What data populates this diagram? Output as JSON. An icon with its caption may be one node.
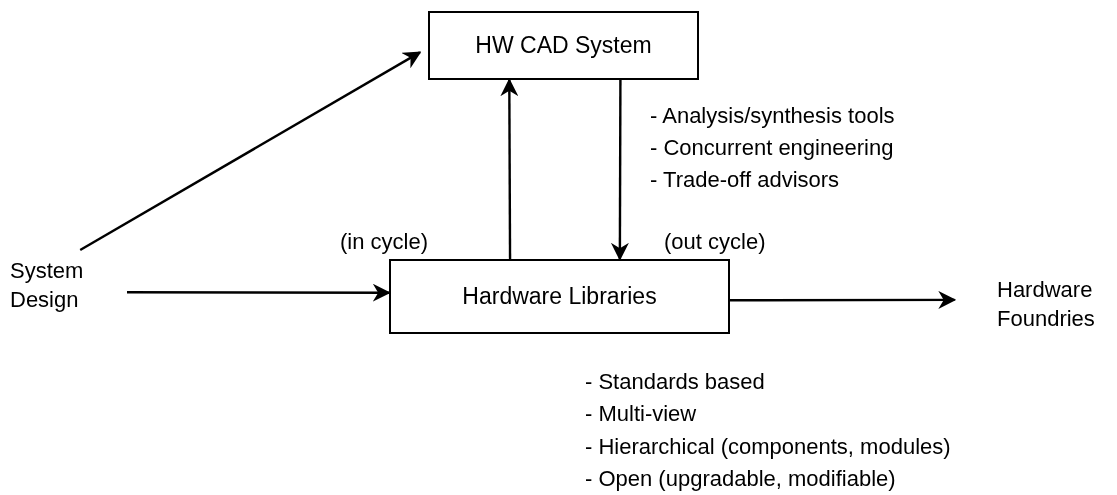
{
  "diagram": {
    "nodes": [
      {
        "text": [
          "HW CAD System"
        ]
      },
      {
        "text": [
          "System Design"
        ]
      },
      {
        "text": [
          "Hardware Libraries"
        ]
      },
      {
        "text": [
          "Hardware Foundries"
        ]
      }
    ],
    "edges": [
      {
        "from": 1,
        "to": 0,
        "arrow": "to"
      },
      {
        "from": 1,
        "to": 2,
        "arrow": "to"
      },
      {
        "from": 2,
        "to": 0,
        "arrow": "to"
      },
      {
        "from": 0,
        "to": 2,
        "arrow": "to"
      },
      {
        "from": 2,
        "to": 3,
        "arrow": "to"
      }
    ],
    "labels": [
      "- Analysis/synthesis tools",
      "- Concurrent engineering",
      "- Trade-off advisors",
      "(in cycle)",
      "(out cycle)",
      "- Standards based",
      "- Multi-view",
      "- Hierarchical (components, modules)",
      "- Open (upgradable, modifiable)"
    ]
  }
}
